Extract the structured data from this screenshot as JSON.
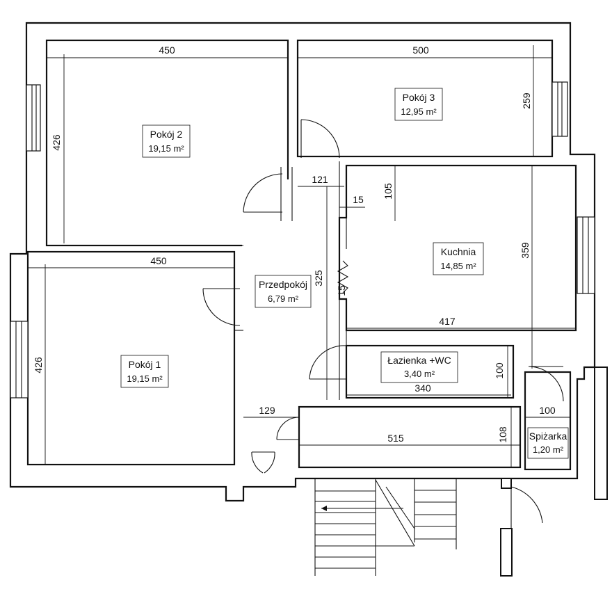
{
  "rooms": {
    "pokoj2": {
      "name": "Pokój 2",
      "area": "19,15 m²"
    },
    "pokoj3": {
      "name": "Pokój 3",
      "area": "12,95 m²"
    },
    "pokoj1": {
      "name": "Pokój 1",
      "area": "19,15 m²"
    },
    "przedpokoj": {
      "name": "Przedpokój",
      "area": "6,79 m²"
    },
    "kuchnia": {
      "name": "Kuchnia",
      "area": "14,85 m²"
    },
    "lazienka": {
      "name": "Łazienka +WC",
      "area": "3,40 m²"
    },
    "spizarka": {
      "name": "Spiżarka",
      "area": "1,20 m²"
    }
  },
  "dimensions": {
    "pokoj2_width": "450",
    "pokoj2_depth": "426",
    "pokoj3_width": "500",
    "pokoj3_depth": "259",
    "pokoj1_width": "450",
    "pokoj1_depth": "426",
    "hall_121": "121",
    "hall_15_a": "15",
    "hall_15_b": "15",
    "kuchnia_105": "105",
    "hall_325": "325",
    "kuchnia_359": "359",
    "kuchnia_417": "417",
    "lazienka_100": "100",
    "lazienka_340": "340",
    "hall_129": "129",
    "corridor_515": "515",
    "corridor_108": "108",
    "spizarka_100": "100"
  }
}
